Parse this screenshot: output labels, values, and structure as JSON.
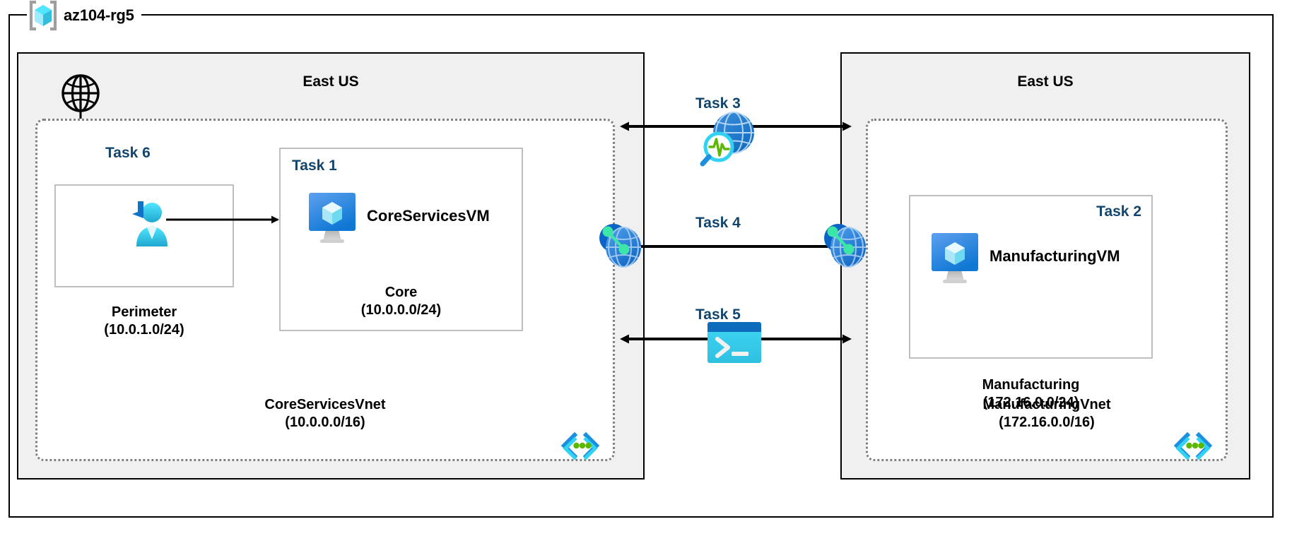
{
  "resource_group": {
    "name": "az104-rg5",
    "icon": "azure-resource-group-cube-icon"
  },
  "regions": [
    {
      "id": "left",
      "label": "East US"
    },
    {
      "id": "right",
      "label": "East US"
    }
  ],
  "vnets": [
    {
      "id": "core",
      "name": "CoreServicesVnet",
      "cidr": "(10.0.0.0/16)",
      "subnet_badge_icon": "subnet-code-brackets-icon"
    },
    {
      "id": "manufacturing",
      "name": "ManufacturingVnet",
      "cidr": "(172.16.0.0/16)",
      "subnet_badge_icon": "subnet-code-brackets-icon"
    }
  ],
  "subnets": [
    {
      "id": "perimeter",
      "name": "Perimeter",
      "cidr": "(10.0.1.0/24)"
    },
    {
      "id": "core",
      "name": "Core",
      "cidr": "(10.0.0.0/24)"
    },
    {
      "id": "manufacturing",
      "name": "Manufacturing",
      "cidr": "(172.16.0.0/24)"
    }
  ],
  "virtual_machines": [
    {
      "id": "coreservicesvm",
      "name": "CoreServicesVM",
      "icon": "virtual-machine-icon"
    },
    {
      "id": "manufacturingvm",
      "name": "ManufacturingVM",
      "icon": "virtual-machine-icon"
    }
  ],
  "tasks": [
    {
      "id": "task1",
      "label": "Task 1",
      "target": "core-subnet"
    },
    {
      "id": "task2",
      "label": "Task 2",
      "target": "manufacturing-subnet"
    },
    {
      "id": "task3",
      "label": "Task 3",
      "target": "network-watcher",
      "icon": "network-watcher-globe-icon"
    },
    {
      "id": "task4",
      "label": "Task 4",
      "target": "vnet-peering",
      "icon": "vnet-peering-icon"
    },
    {
      "id": "task5",
      "label": "Task 5",
      "target": "cloud-shell",
      "icon": "cloud-shell-terminal-icon"
    },
    {
      "id": "task6",
      "label": "Task 6",
      "target": "perimeter-subnet"
    }
  ],
  "icons": {
    "internet": "internet-globe-icon",
    "bastion_user": "user-with-arrow-icon",
    "peering_left": "vnet-peering-icon",
    "peering_right": "vnet-peering-icon"
  },
  "colors": {
    "task_text": "#12456e",
    "region_fill": "#f0f0f0",
    "region_border": "#000000",
    "vnet_border": "#808080",
    "subnet_border": "#bfbfbf",
    "azure_blue": "#0078d4",
    "azure_cyan": "#32bedd",
    "accent_green": "#5bb700"
  }
}
